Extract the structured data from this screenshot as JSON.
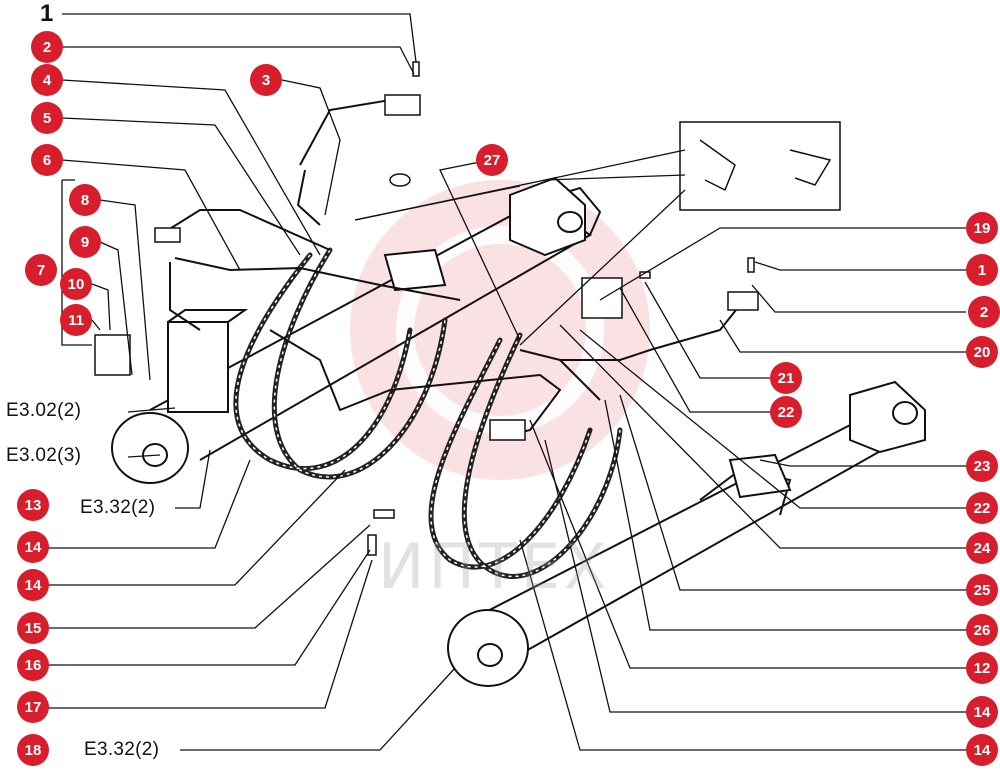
{
  "diagram": {
    "watermark_text": "ИПТЕХ",
    "accent_color": "#d81e2c",
    "plain_label": "1",
    "callouts": {
      "c2a": "2",
      "c3": "3",
      "c4": "4",
      "c5": "5",
      "c6": "6",
      "c7": "7",
      "c8": "8",
      "c9": "9",
      "c10": "10",
      "c11": "11",
      "c13": "13",
      "c14a": "14",
      "c14b": "14",
      "c15": "15",
      "c16": "16",
      "c17": "17",
      "c18": "18",
      "c27": "27",
      "r19": "19",
      "r1": "1",
      "r2": "2",
      "r20": "20",
      "r21": "21",
      "r22a": "22",
      "r23": "23",
      "r22b": "22",
      "r24": "24",
      "r25": "25",
      "r26": "26",
      "r12": "12",
      "r14a": "14",
      "r14b": "14"
    },
    "refs": {
      "e302_2": "E3.02(2)",
      "e302_3": "E3.02(3)",
      "e332_a": "E3.32(2)",
      "e332_b": "E3.32(2)"
    }
  }
}
